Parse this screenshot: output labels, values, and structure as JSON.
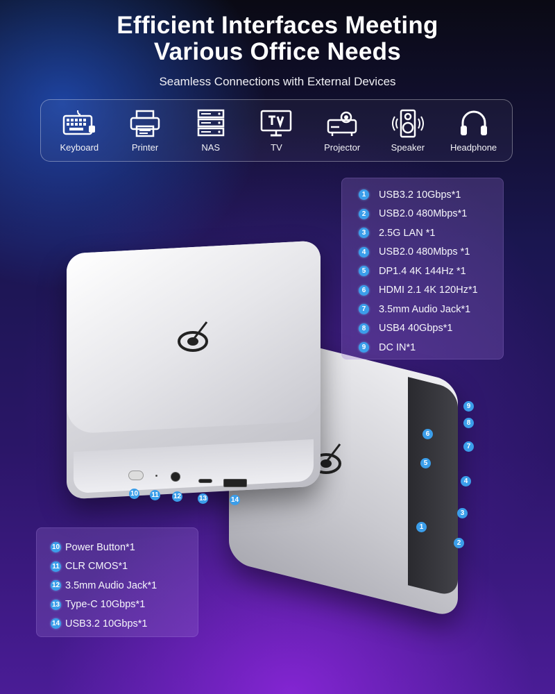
{
  "header": {
    "title_line1": "Efficient Interfaces Meeting",
    "title_line2": "Various Office Needs",
    "subtitle": "Seamless Connections with External Devices"
  },
  "devices": [
    {
      "label": "Keyboard",
      "icon": "keyboard-icon"
    },
    {
      "label": "Printer",
      "icon": "printer-icon"
    },
    {
      "label": "NAS",
      "icon": "nas-icon"
    },
    {
      "label": "TV",
      "icon": "tv-icon"
    },
    {
      "label": "Projector",
      "icon": "projector-icon"
    },
    {
      "label": "Speaker",
      "icon": "speaker-icon"
    },
    {
      "label": "Headphone",
      "icon": "headphone-icon"
    }
  ],
  "rear_ports": [
    {
      "num": "1",
      "text": "USB3.2 10Gbps*1"
    },
    {
      "num": "2",
      "text": "USB2.0 480Mbps*1"
    },
    {
      "num": "3",
      "text": "2.5G LAN *1"
    },
    {
      "num": "4",
      "text": "USB2.0 480Mbps *1"
    },
    {
      "num": "5",
      "text": "DP1.4 4K 144Hz *1"
    },
    {
      "num": "6",
      "text": "HDMI 2.1 4K 120Hz*1"
    },
    {
      "num": "7",
      "text": "3.5mm Audio Jack*1"
    },
    {
      "num": "8",
      "text": "USB4 40Gbps*1"
    },
    {
      "num": "9",
      "text": "DC IN*1"
    }
  ],
  "front_ports": [
    {
      "num": "10",
      "text": "Power Button*1"
    },
    {
      "num": "11",
      "text": "CLR CMOS*1"
    },
    {
      "num": "12",
      "text": "3.5mm Audio Jack*1"
    },
    {
      "num": "13",
      "text": "Type-C 10Gbps*1"
    },
    {
      "num": "14",
      "text": "USB3.2 10Gbps*1"
    }
  ],
  "callouts_front": [
    "10",
    "11",
    "12",
    "13",
    "14"
  ],
  "callouts_rear": [
    "9",
    "8",
    "7",
    "4",
    "3",
    "2",
    "1",
    "6",
    "5"
  ],
  "colors": {
    "accent": "#3b9eea",
    "panel": "#9a6ed2"
  }
}
